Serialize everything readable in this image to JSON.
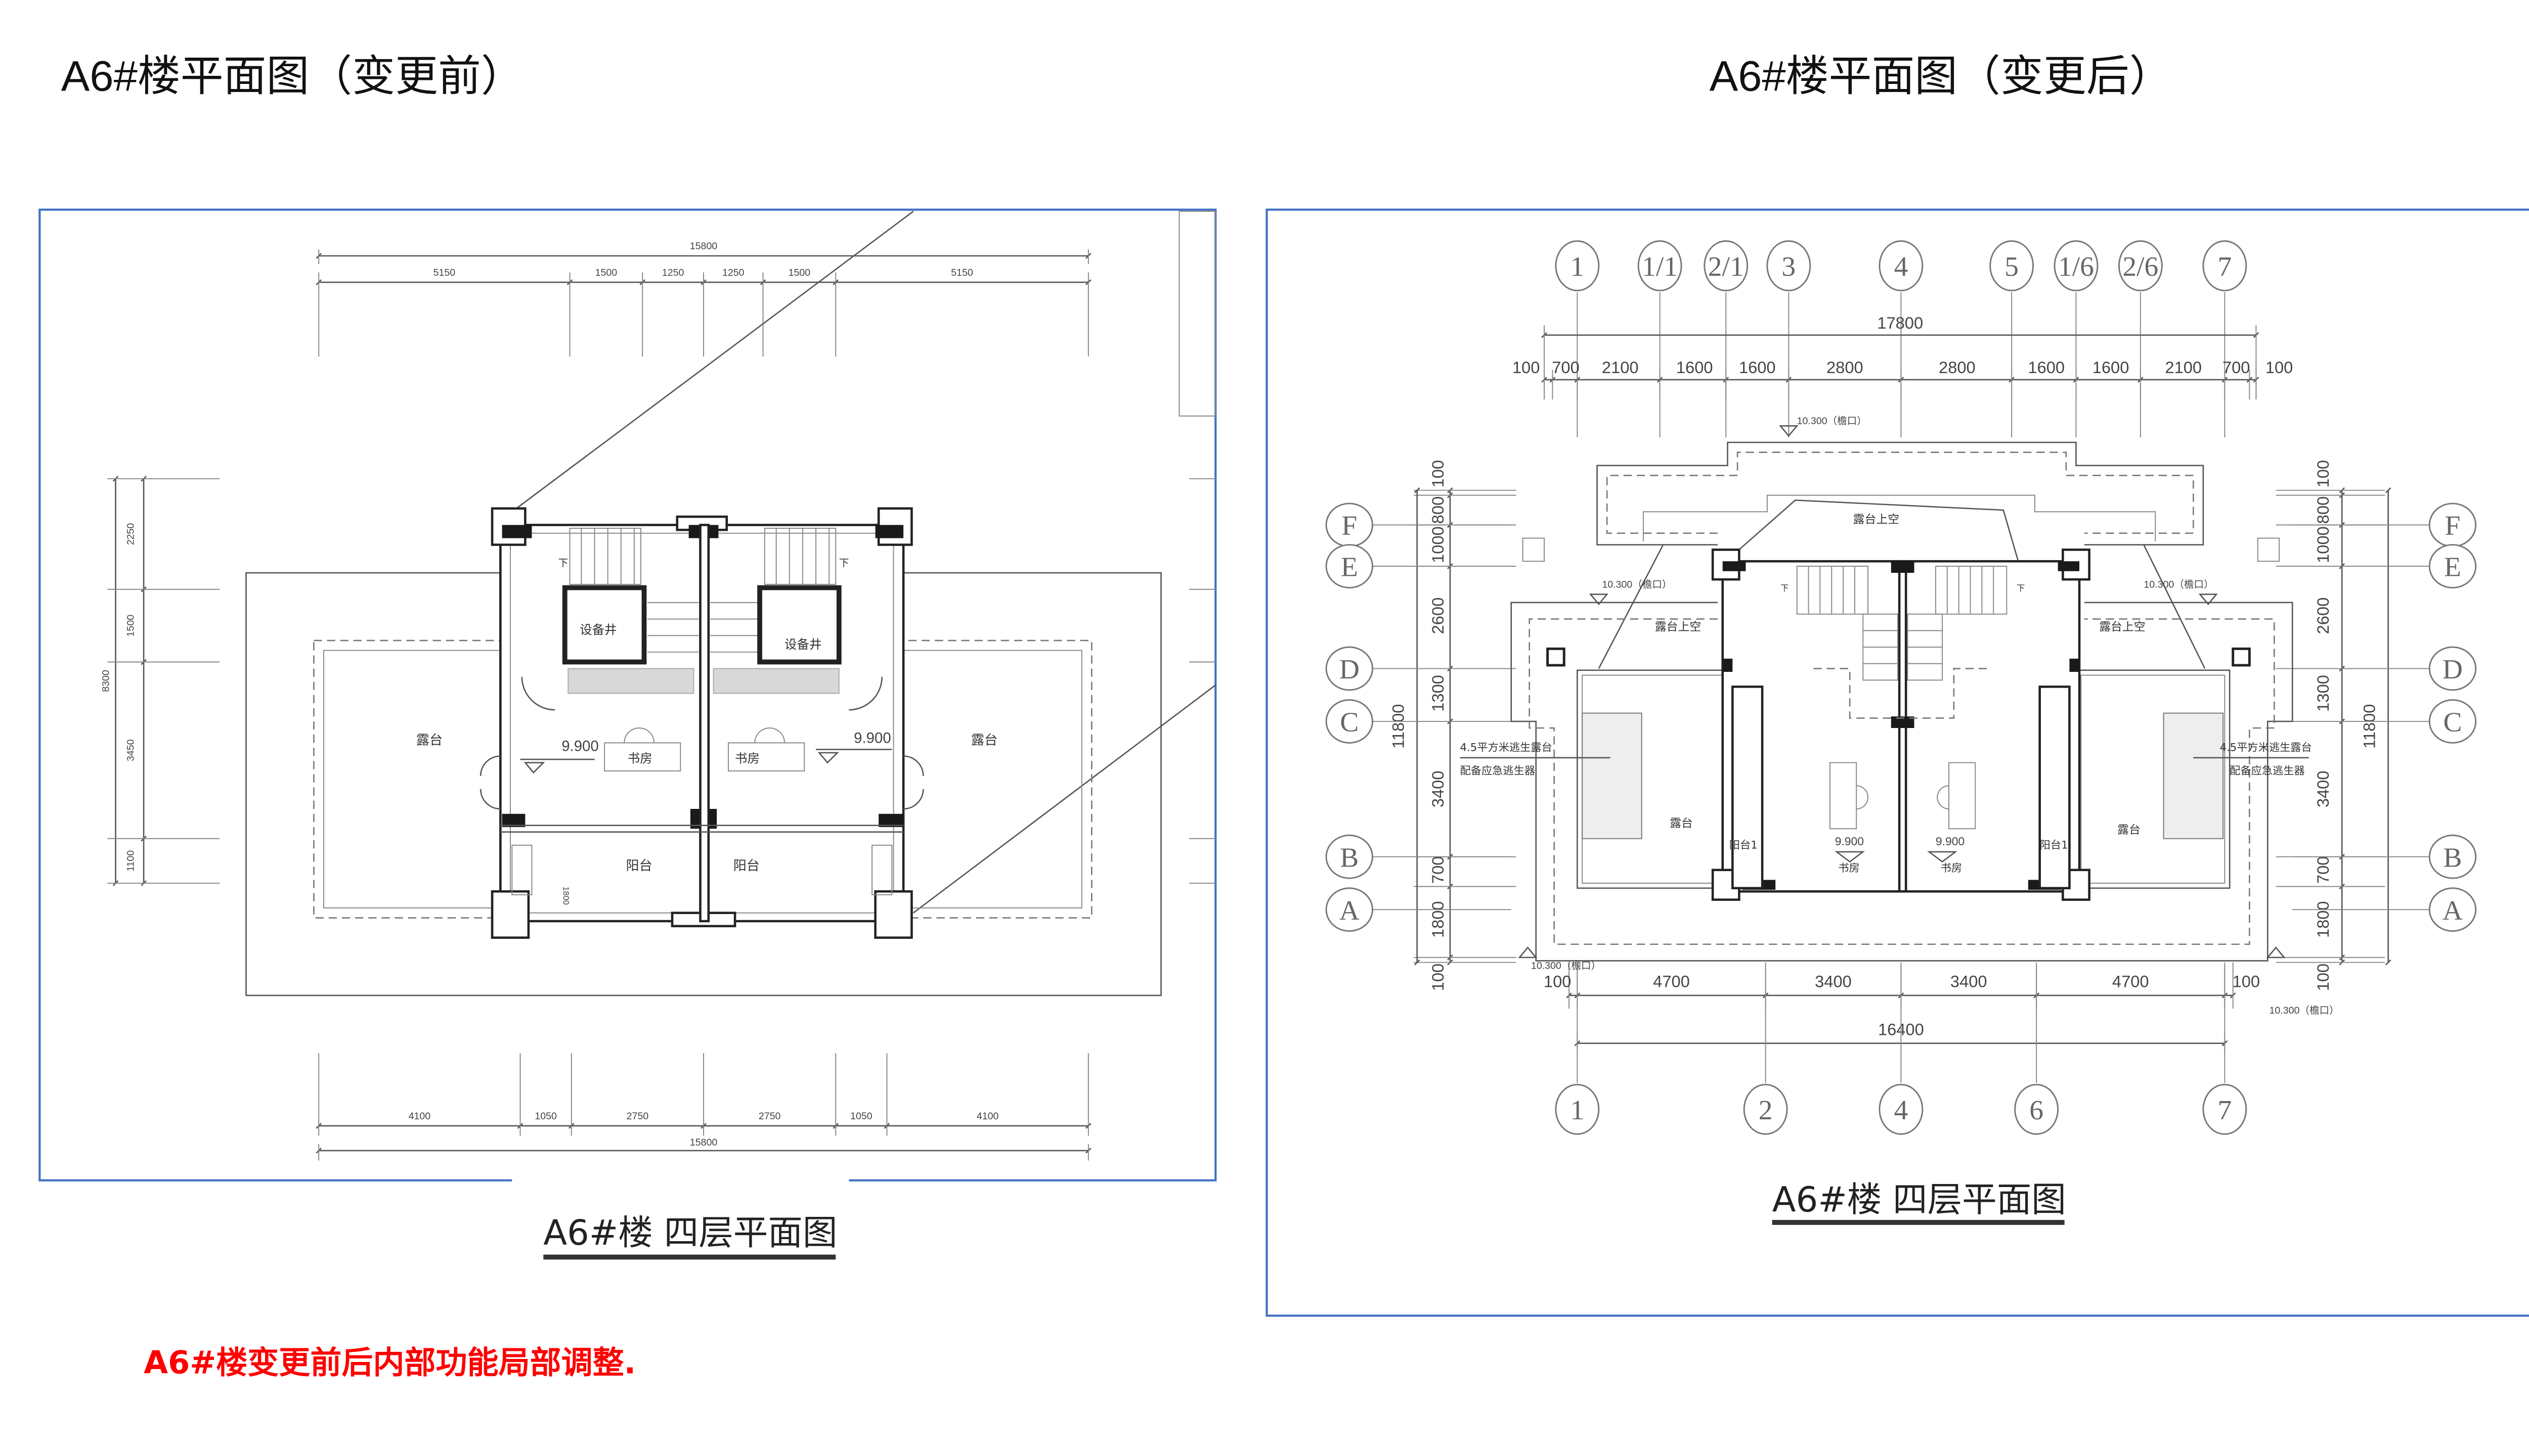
{
  "titles": {
    "before": "A6#楼平面图（变更前）",
    "after": "A6#楼平面图（变更后）"
  },
  "note": "A6#楼变更前后内部功能局部调整.",
  "colors": {
    "frame": "#4472c4",
    "note": "#ff0000"
  },
  "before": {
    "caption": "A6#楼  四层平面图",
    "top_total": [
      "15800"
    ],
    "top_dims": [
      "5150",
      "1500",
      "1250",
      "1250",
      "1500",
      "5150"
    ],
    "bottom_dims": [
      "4100",
      "1050",
      "2750",
      "2750",
      "1050",
      "4100"
    ],
    "bottom_total": [
      "15800"
    ],
    "left_total": [
      "8300"
    ],
    "left_dims": [
      "2250",
      "1500",
      "3450",
      "1100"
    ],
    "rooms": {
      "shaft": "设备井",
      "study": "书房",
      "terrace": "露台",
      "balcony": "阳台",
      "level": "9.900",
      "down": "下",
      "balcony_depth": "1800"
    }
  },
  "after": {
    "caption": "A6#楼  四层平面图",
    "top_axes": [
      "1",
      "1/1",
      "2/1",
      "3",
      "4",
      "5",
      "1/6",
      "2/6",
      "7"
    ],
    "bottom_axes": [
      "1",
      "2",
      "4",
      "6",
      "7"
    ],
    "side_axes": [
      "F",
      "E",
      "D",
      "C",
      "B",
      "A"
    ],
    "top_total": [
      "17800"
    ],
    "top_dims": [
      "100",
      "700",
      "2100",
      "1600",
      "1600",
      "2800",
      "2800",
      "1600",
      "1600",
      "2100",
      "700",
      "100"
    ],
    "bottom_dims": [
      "100",
      "4700",
      "3400",
      "3400",
      "4700",
      "100"
    ],
    "bottom_total": [
      "16400"
    ],
    "side_total": [
      "11800"
    ],
    "side_dims": [
      "100",
      "800",
      "1000",
      "2600",
      "1300",
      "3400",
      "700",
      "1800",
      "100"
    ],
    "rooms": {
      "terrace_void": "露台上空",
      "terrace": "露台",
      "balcony": "阳台1",
      "study": "书房",
      "level": "9.900",
      "eave": "10.300（檐口）",
      "down": "下",
      "escape_1": "4.5平方米逃生露台",
      "escape_2": "配备应急逃生器"
    }
  }
}
